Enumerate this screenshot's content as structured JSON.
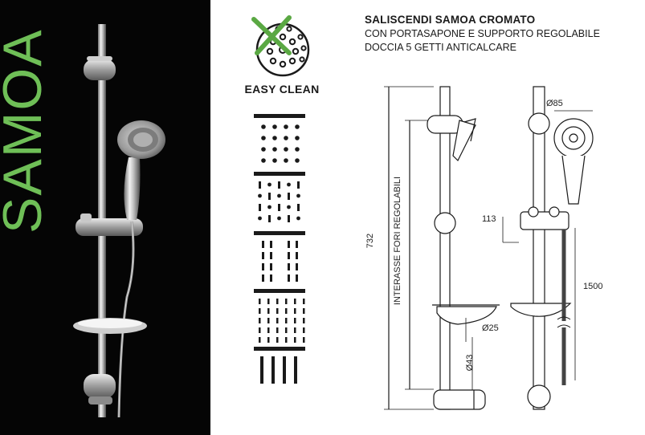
{
  "brand": {
    "name": "SAMOA",
    "name_color": "#6fbf57"
  },
  "product": {
    "title": "SALISCENDI SAMOA CROMATO",
    "subtitle_1": "CON PORTASAPONE E SUPPORTO REGOLABILE",
    "subtitle_2": "DOCCIA 5 GETTI ANTICALCARE"
  },
  "feature": {
    "label": "EASY CLEAN",
    "icon": "easy-clean-shower-face-icon",
    "accent_color": "#5aa843"
  },
  "spray_modes": [
    {
      "icon": "spray-mode-dots-icon"
    },
    {
      "icon": "spray-mode-mixed-icon"
    },
    {
      "icon": "spray-mode-twin-dashes-icon"
    },
    {
      "icon": "spray-mode-fine-dashes-icon"
    },
    {
      "icon": "spray-mode-jet-lines-icon"
    }
  ],
  "dimensions": {
    "total_height": "732",
    "interaxis_label": "INTERASSE FORI REGOLABILI",
    "head_diameter": "Ø85",
    "slider_offset": "113",
    "hose_length": "1500",
    "bar_diameter": "Ø25",
    "bracket_diameter": "Ø43"
  }
}
